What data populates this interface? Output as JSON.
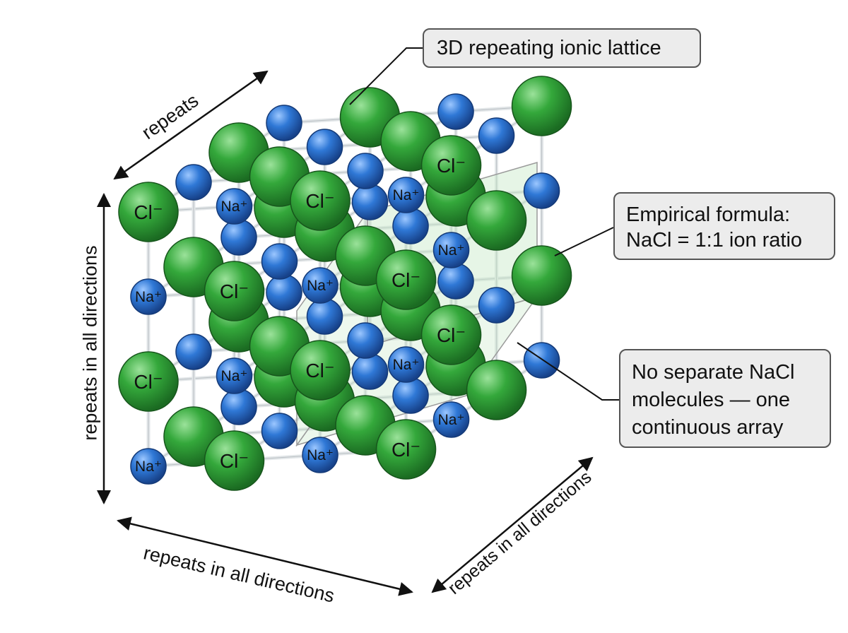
{
  "callouts": {
    "lattice": "3D repeating ionic lattice",
    "formula_line1": "Empirical formula:",
    "formula_line2": "NaCl = 1:1 ion ratio",
    "molecules_line1": "No separate NaCl",
    "molecules_line2": "molecules — one",
    "molecules_line3": "continuous array"
  },
  "dimension_labels": {
    "top": "repeats",
    "left": "repeats in all directions",
    "bottom": "repeats in all directions",
    "right": "repeats in all directions"
  },
  "ions": {
    "chloride": {
      "label": "Cl⁻",
      "color": "#2e9e3a"
    },
    "sodium": {
      "label": "Na⁺",
      "color": "#2f78d6"
    }
  },
  "colors": {
    "rod": "#e2e6e8",
    "highlight_cube": "#bfe3bf",
    "text": "#111111"
  }
}
